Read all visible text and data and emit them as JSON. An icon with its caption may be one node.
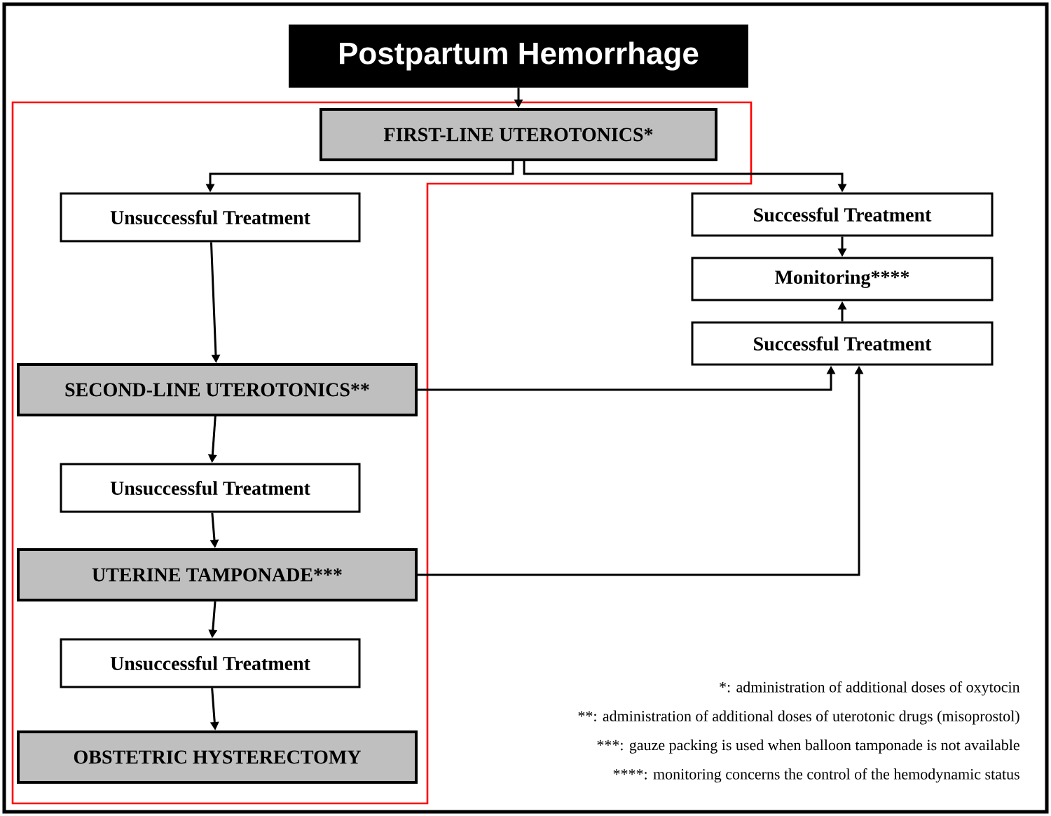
{
  "diagram": {
    "nodes": [
      {
        "text": [
          "Postpartum Hemorrhage"
        ]
      },
      {
        "text": [
          "FIRST-LINE UTEROTONICS*"
        ]
      },
      {
        "text": [
          "Unsuccessful Treatment"
        ]
      },
      {
        "text": [
          "Successful Treatment"
        ]
      },
      {
        "text": [
          "Monitoring****"
        ]
      },
      {
        "text": [
          "Successful Treatment"
        ]
      },
      {
        "text": [
          "SECOND-LINE UTEROTONICS**"
        ]
      },
      {
        "text": [
          "Unsuccessful Treatment"
        ]
      },
      {
        "text": [
          "UTERINE TAMPONADE***"
        ]
      },
      {
        "text": [
          "Unsuccessful Treatment"
        ]
      },
      {
        "text": [
          "OBSTETRIC HYSTERECTOMY"
        ]
      }
    ],
    "edges": [
      {
        "from": 0,
        "to": 1,
        "arrow": "to"
      },
      {
        "from": 1,
        "to": 2,
        "arrow": "to"
      },
      {
        "from": 1,
        "to": 3,
        "arrow": "to"
      },
      {
        "from": 2,
        "to": 6,
        "arrow": "to"
      },
      {
        "from": 3,
        "to": 4,
        "arrow": "to"
      },
      {
        "from": 5,
        "to": 4,
        "arrow": "to"
      },
      {
        "from": 6,
        "to": 5,
        "arrow": "to"
      },
      {
        "from": 8,
        "to": 5,
        "arrow": "to"
      },
      {
        "from": 6,
        "to": 7,
        "arrow": "to"
      },
      {
        "from": 7,
        "to": 8,
        "arrow": "to"
      },
      {
        "from": 8,
        "to": 9,
        "arrow": "to"
      },
      {
        "from": 9,
        "to": 10,
        "arrow": "to"
      }
    ],
    "labels": [
      "*: administration of additional doses of oxytocin",
      "**: administration of additional doses of uterotonic drugs (misoprostol)",
      "***: gauze packing is used when balloon tamponade is not available",
      "****: monitoring concerns the control of the hemodynamic status"
    ]
  }
}
